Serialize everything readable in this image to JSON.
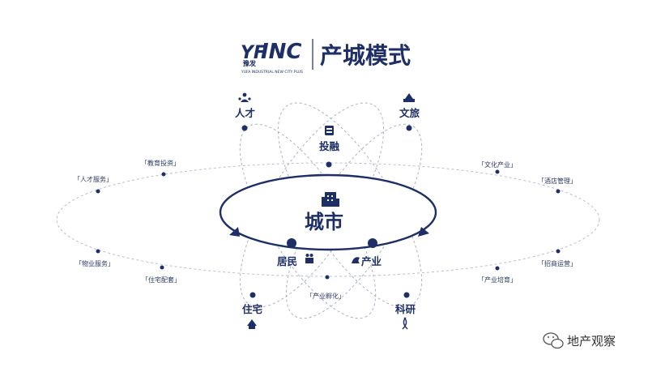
{
  "header": {
    "logo_mark": "YF",
    "logo_cn": "豫发",
    "logo_word": "INC",
    "logo_sub": "YUFA INDUSTRIAL NEW CITY PLUS",
    "title": "产城模式"
  },
  "center": {
    "label": "城市"
  },
  "nodes": {
    "talent": "人才",
    "culture_travel": "文旅",
    "invest": "投融",
    "residents": "居民",
    "industry": "产业",
    "housing": "住宅",
    "research": "科研"
  },
  "tags": {
    "talent_service": "「人才服务」",
    "edu_invest": "「教育投资」",
    "property_service": "「物业服务」",
    "housing_support": "「住宅配套」",
    "culture_industry": "「文化产业」",
    "hotel_mgmt": "「酒店管理」",
    "invest_operate": "「招商运营」",
    "industry_cultivate": "「产业培育」",
    "industry_incubate": "「产业孵化」"
  },
  "watermark": {
    "text": "地产观察"
  },
  "colors": {
    "primary": "#1d2f66",
    "dash": "#b7bfd0",
    "bg": "#ffffff"
  }
}
